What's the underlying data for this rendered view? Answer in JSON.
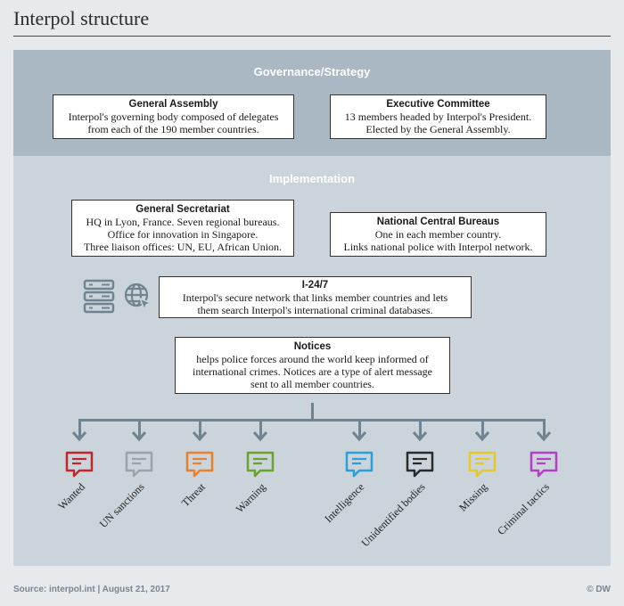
{
  "title": "Interpol structure",
  "governance": {
    "label": "Governance/Strategy",
    "general_assembly": {
      "heading": "General Assembly",
      "lines": [
        "Interpol's governing body composed of delegates",
        "from each of the 190 member countries."
      ]
    },
    "executive_committee": {
      "heading": "Executive Committee",
      "lines": [
        "13 members headed by Interpol's President.",
        "Elected by the General Assembly."
      ]
    }
  },
  "implementation": {
    "label": "Implementation",
    "general_secretariat": {
      "heading": "General Secretariat",
      "lines": [
        "HQ in Lyon, France. Seven regional bureaus.",
        "Office for innovation in Singapore.",
        "Three liaison offices: UN, EU, African Union."
      ]
    },
    "national_central_bureaus": {
      "heading": "National Central Bureaus",
      "lines": [
        "One in each member country.",
        "Links national police with Interpol network."
      ]
    },
    "i247": {
      "heading": "I-24/7",
      "lines": [
        "Interpol's secure network that links member countries and lets",
        "them search Interpol's international criminal databases."
      ]
    },
    "notices": {
      "heading": "Notices",
      "lines": [
        "helps police forces around the world keep informed of",
        "international crimes. Notices are a type of alert message",
        "sent to all member countries."
      ]
    }
  },
  "notice_types": [
    {
      "label": "Wanted",
      "color": "#c0272d"
    },
    {
      "label": "UN sanctions",
      "color": "#9aa3a8"
    },
    {
      "label": "Threat",
      "color": "#e8812d"
    },
    {
      "label": "Warning",
      "color": "#6aa22f"
    },
    {
      "label": "Intelligence",
      "color": "#2a9fd8"
    },
    {
      "label": "Unidentified bodies",
      "color": "#2a2a2a"
    },
    {
      "label": "Missing",
      "color": "#e5c92a"
    },
    {
      "label": "Criminal tactics",
      "color": "#b43fc6"
    }
  ],
  "icons": [
    "server-icon",
    "globe-network-icon"
  ],
  "footer": {
    "source": "Source: interpol.int | August 21, 2017",
    "brand": "© DW"
  }
}
